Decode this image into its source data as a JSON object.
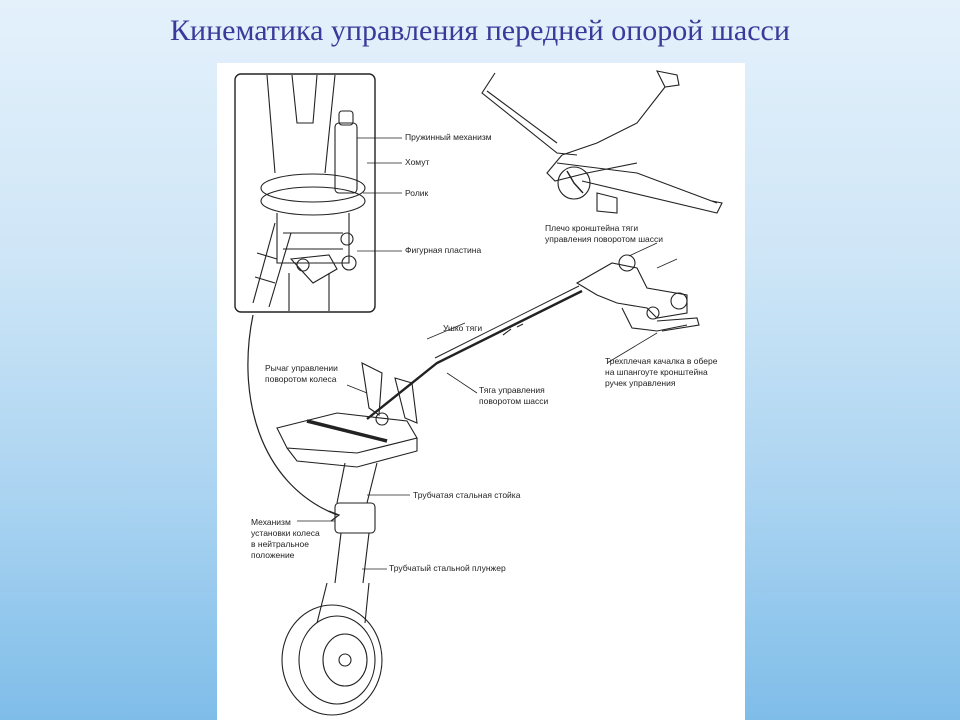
{
  "title": "Кинематика управления передней опорой шасси",
  "labels": {
    "spring_mechanism": "Пружинный механизм",
    "clamp": "Хомут",
    "rollers": "Ролик",
    "shaped_plate": "Фигурная пластина",
    "rod_shoulder_line1": "Плечо кронштейна тяги",
    "rod_shoulder_line2": "управления поворотом шасси",
    "rod_ear": "Ушко тяги",
    "wheel_lever_line1": "Рычаг управлении",
    "wheel_lever_line2": "поворотом колеса",
    "steering_rod_line1": "Тяга управления",
    "steering_rod_line2": "поворотом шасси",
    "rocker_line1": "Трехплечая качалка в обере",
    "rocker_line2": "на шпангоуте кронштейна",
    "rocker_line3": "ручек управления",
    "tubular_strut": "Трубчатая стальная стойка",
    "centering_line1": "Механизм",
    "centering_line2": "установки колеса",
    "centering_line3": "в нейтральное",
    "centering_line4": "положение",
    "tubular_plunger": "Трубчатый стальной плунжер"
  }
}
